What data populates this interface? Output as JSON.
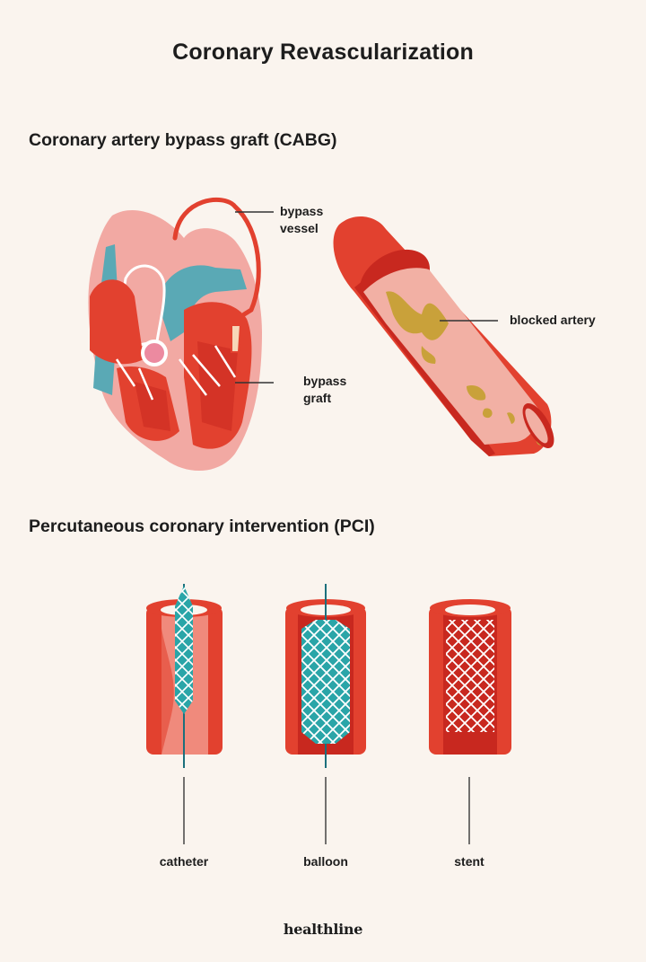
{
  "title": "Coronary Revascularization",
  "cabg": {
    "heading": "Coronary artery bypass graft (CABG)",
    "labels": {
      "bypass_vessel_line1": "bypass",
      "bypass_vessel_line2": "vessel",
      "bypass_graft_line1": "bypass",
      "bypass_graft_line2": "graft",
      "blocked_artery": "blocked artery"
    }
  },
  "pci": {
    "heading": "Percutaneous coronary intervention (PCI)",
    "stages": [
      {
        "label": "catheter"
      },
      {
        "label": "balloon"
      },
      {
        "label": "stent"
      }
    ]
  },
  "brand": "healthline",
  "colors": {
    "background": "#faf4ee",
    "artery_red": "#e2412f",
    "artery_inner": "#f08a7c",
    "heart_pink": "#f2a9a3",
    "vessel_teal": "#5aa9b5",
    "device_teal": "#2aa5a8",
    "plaque": "#c9a13a"
  }
}
